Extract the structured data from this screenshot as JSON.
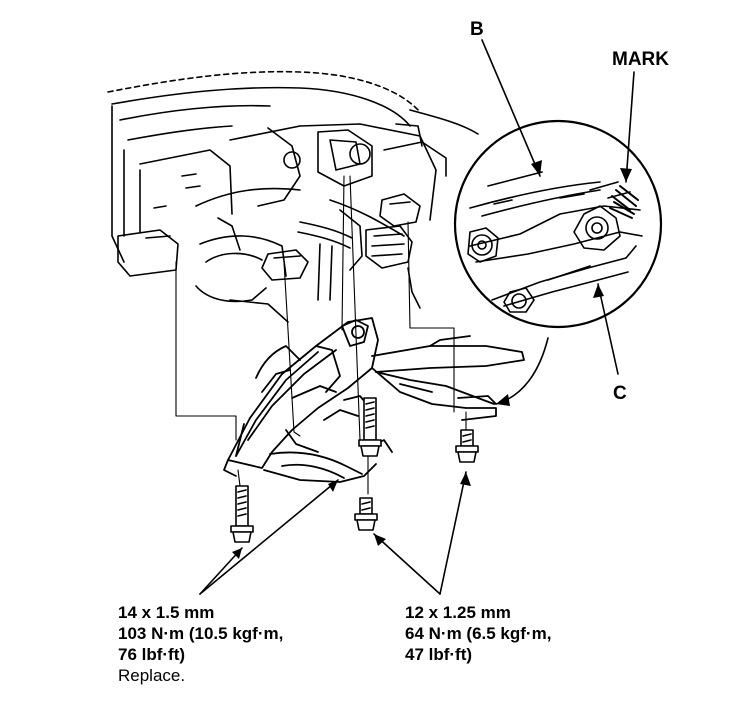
{
  "callouts": {
    "b": "B",
    "mark": "MARK",
    "c": "C"
  },
  "left_spec": {
    "size": "14 x 1.5 mm",
    "torque_nm": "103 N·m (10.5 kgf·m,",
    "torque_lbf": "76 lbf·ft)",
    "note": "Replace."
  },
  "right_spec": {
    "size": "12 x 1.25 mm",
    "torque_nm": "64 N·m (6.5 kgf·m,",
    "torque_lbf": "47 lbf·ft)"
  }
}
